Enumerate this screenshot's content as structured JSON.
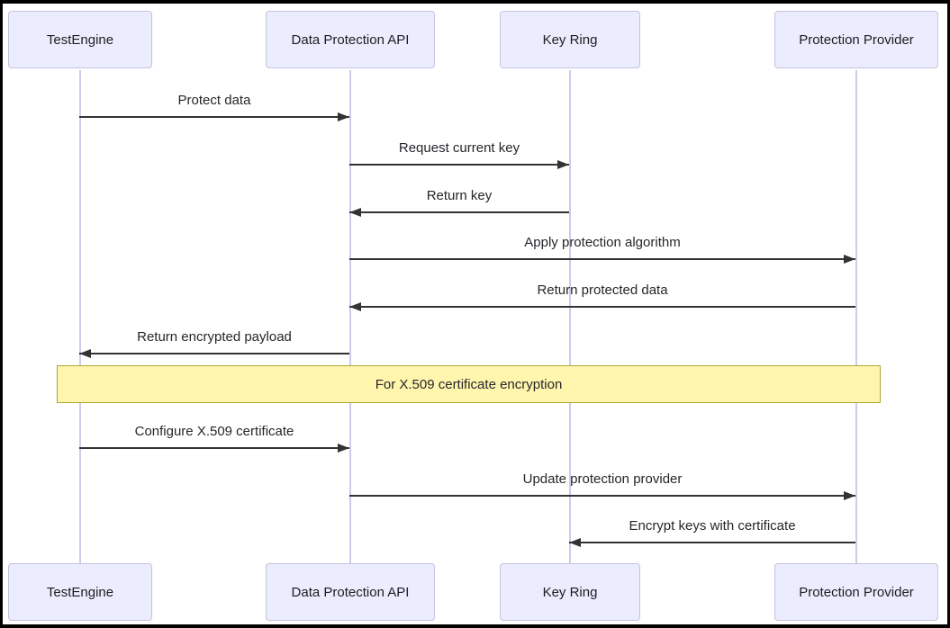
{
  "diagram_type": "sequence-diagram",
  "actors": [
    {
      "name": "TestEngine"
    },
    {
      "name": "Data Protection API"
    },
    {
      "name": "Key Ring"
    },
    {
      "name": "Protection Provider"
    }
  ],
  "messages": [
    {
      "from": "TestEngine",
      "to": "Data Protection API",
      "label": "Protect data",
      "line": "solid",
      "direction": "right"
    },
    {
      "from": "Data Protection API",
      "to": "Key Ring",
      "label": "Request current key",
      "line": "solid",
      "direction": "right"
    },
    {
      "from": "Key Ring",
      "to": "Data Protection API",
      "label": "Return key",
      "line": "solid",
      "direction": "left"
    },
    {
      "from": "Data Protection API",
      "to": "Protection Provider",
      "label": "Apply protection algorithm",
      "line": "solid",
      "direction": "right"
    },
    {
      "from": "Protection Provider",
      "to": "Data Protection API",
      "label": "Return protected data",
      "line": "solid",
      "direction": "left"
    },
    {
      "from": "Data Protection API",
      "to": "TestEngine",
      "label": "Return encrypted payload",
      "line": "solid",
      "direction": "left"
    },
    {
      "from": "TestEngine",
      "to": "Data Protection API",
      "label": "Configure X.509 certificate",
      "line": "solid",
      "direction": "right"
    },
    {
      "from": "Data Protection API",
      "to": "Protection Provider",
      "label": "Update protection provider",
      "line": "solid",
      "direction": "right"
    },
    {
      "from": "Protection Provider",
      "to": "Key Ring",
      "label": "Encrypt keys with certificate",
      "line": "solid",
      "direction": "left"
    }
  ],
  "note": {
    "text": "For X.509 certificate encryption",
    "over": "all participants"
  },
  "colors": {
    "actor_fill": "#ececff",
    "actor_border": "#c3c3de",
    "lifeline": "#ccccec",
    "arrow": "#333333",
    "note_fill": "#fff5ad",
    "note_border": "#aaaa33",
    "background": "#ffffff",
    "frame_border": "#000000"
  }
}
